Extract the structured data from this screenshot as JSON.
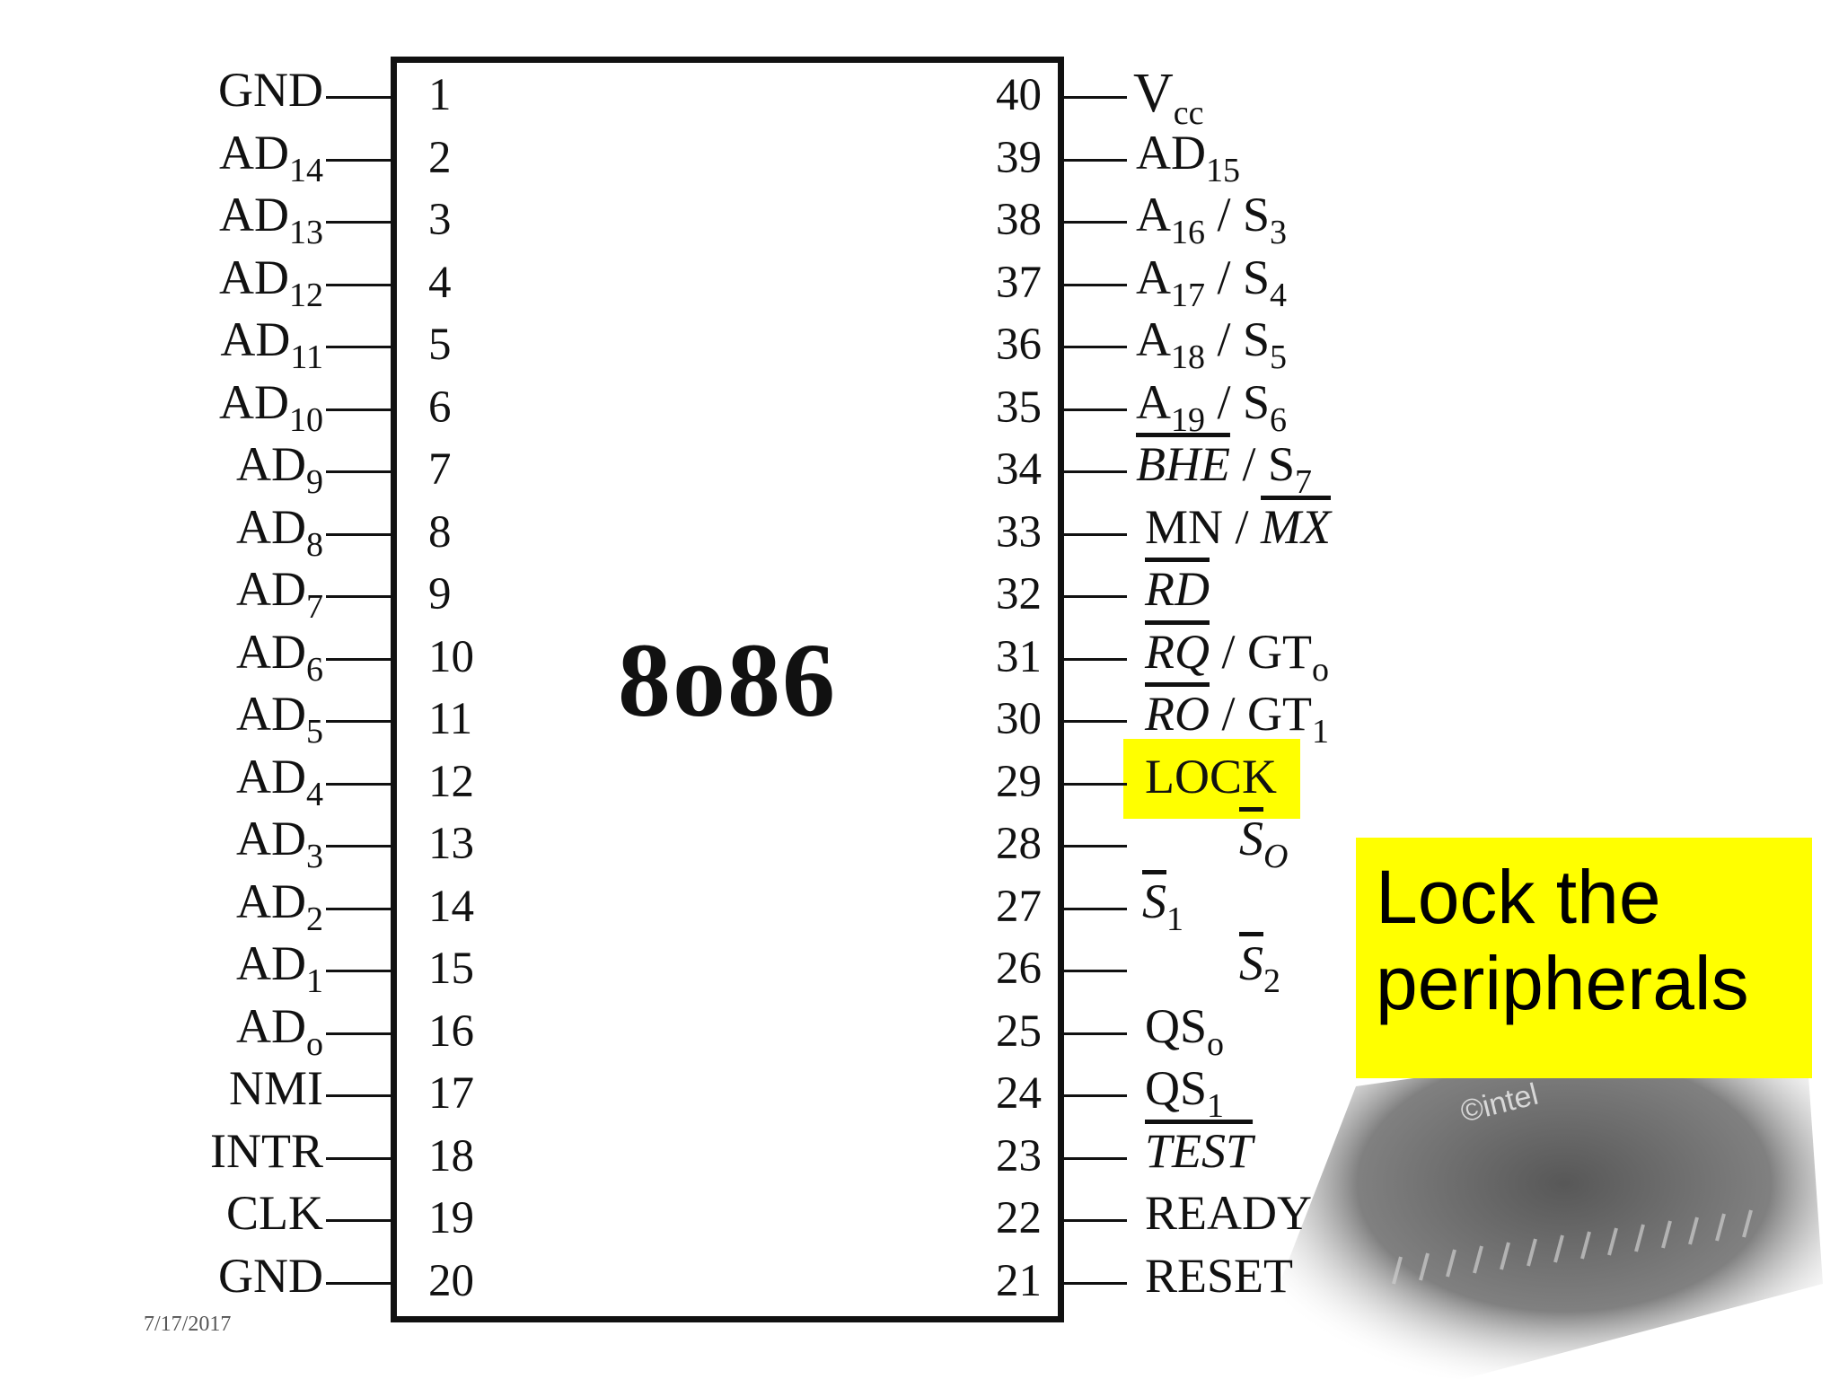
{
  "chip": {
    "name": "8o86"
  },
  "left_pins": [
    {
      "num": "1",
      "sig": "GND",
      "sub": ""
    },
    {
      "num": "2",
      "sig": "AD",
      "sub": "14"
    },
    {
      "num": "3",
      "sig": "AD",
      "sub": "13"
    },
    {
      "num": "4",
      "sig": "AD",
      "sub": "12"
    },
    {
      "num": "5",
      "sig": "AD",
      "sub": "11"
    },
    {
      "num": "6",
      "sig": "AD",
      "sub": "10"
    },
    {
      "num": "7",
      "sig": "AD",
      "sub": "9"
    },
    {
      "num": "8",
      "sig": "AD",
      "sub": "8"
    },
    {
      "num": "9",
      "sig": "AD",
      "sub": "7"
    },
    {
      "num": "10",
      "sig": "AD",
      "sub": "6"
    },
    {
      "num": "11",
      "sig": "AD",
      "sub": "5"
    },
    {
      "num": "12",
      "sig": "AD",
      "sub": "4"
    },
    {
      "num": "13",
      "sig": "AD",
      "sub": "3"
    },
    {
      "num": "14",
      "sig": "AD",
      "sub": "2"
    },
    {
      "num": "15",
      "sig": "AD",
      "sub": "1"
    },
    {
      "num": "16",
      "sig": "AD",
      "sub": "o"
    },
    {
      "num": "17",
      "sig": "NMI",
      "sub": ""
    },
    {
      "num": "18",
      "sig": "INTR",
      "sub": ""
    },
    {
      "num": "19",
      "sig": "CLK",
      "sub": ""
    },
    {
      "num": "20",
      "sig": "GND",
      "sub": ""
    }
  ],
  "right_pins": [
    {
      "num": "40",
      "parts": [
        {
          "t": "V"
        },
        {
          "t": "cc",
          "sub": true
        }
      ]
    },
    {
      "num": "39",
      "parts": [
        {
          "t": "AD"
        },
        {
          "t": "15",
          "sub": true
        }
      ]
    },
    {
      "num": "38",
      "parts": [
        {
          "t": "A"
        },
        {
          "t": "16",
          "sub": true
        },
        {
          "t": " / S"
        },
        {
          "t": "3",
          "sub": true
        }
      ]
    },
    {
      "num": "37",
      "parts": [
        {
          "t": "A"
        },
        {
          "t": "17",
          "sub": true
        },
        {
          "t": " / S"
        },
        {
          "t": "4",
          "sub": true
        }
      ]
    },
    {
      "num": "36",
      "parts": [
        {
          "t": "A"
        },
        {
          "t": "18",
          "sub": true
        },
        {
          "t": " / S"
        },
        {
          "t": "5",
          "sub": true
        }
      ]
    },
    {
      "num": "35",
      "parts": [
        {
          "t": "A"
        },
        {
          "t": "19",
          "sub": true
        },
        {
          "t": " / S"
        },
        {
          "t": "6",
          "sub": true
        }
      ]
    },
    {
      "num": "34",
      "parts": [
        {
          "t": "BHE",
          "ov": true
        },
        {
          "t": " / S"
        },
        {
          "t": "7",
          "sub": true
        }
      ]
    },
    {
      "num": "33",
      "parts": [
        {
          "t": "MN / "
        },
        {
          "t": "MX",
          "ov": true
        }
      ]
    },
    {
      "num": "32",
      "parts": [
        {
          "t": "RD",
          "ov": true
        }
      ]
    },
    {
      "num": "31",
      "parts": [
        {
          "t": "RQ",
          "ov": true
        },
        {
          "t": " / GT"
        },
        {
          "t": "o",
          "sub": true
        }
      ]
    },
    {
      "num": "30",
      "parts": [
        {
          "t": "RO",
          "ov": true
        },
        {
          "t": " / GT"
        },
        {
          "t": "1",
          "sub": true
        }
      ]
    },
    {
      "num": "29",
      "parts": [
        {
          "t": "LOCK"
        }
      ]
    },
    {
      "num": "28",
      "parts": [
        {
          "t": "S",
          "ov": true
        },
        {
          "t": "O",
          "sub": true,
          "it": true
        }
      ]
    },
    {
      "num": "27",
      "parts": [
        {
          "t": "S",
          "ov": true
        },
        {
          "t": "1",
          "sub": true
        }
      ]
    },
    {
      "num": "26",
      "parts": [
        {
          "t": "S",
          "ov": true
        },
        {
          "t": "2",
          "sub": true
        }
      ]
    },
    {
      "num": "25",
      "parts": [
        {
          "t": "QS"
        },
        {
          "t": "o",
          "sub": true
        }
      ]
    },
    {
      "num": "24",
      "parts": [
        {
          "t": "QS"
        },
        {
          "t": "1",
          "sub": true
        }
      ]
    },
    {
      "num": "23",
      "parts": [
        {
          "t": "TEST",
          "ov": true
        }
      ]
    },
    {
      "num": "22",
      "parts": [
        {
          "t": "READY"
        }
      ]
    },
    {
      "num": "21",
      "parts": [
        {
          "t": "RESET"
        }
      ]
    }
  ],
  "callout": {
    "line1": "Lock the",
    "line2": "peripherals"
  },
  "footer": {
    "date": "7/17/2017"
  },
  "colors": {
    "highlight": "#ffff00",
    "ink": "#111111"
  }
}
